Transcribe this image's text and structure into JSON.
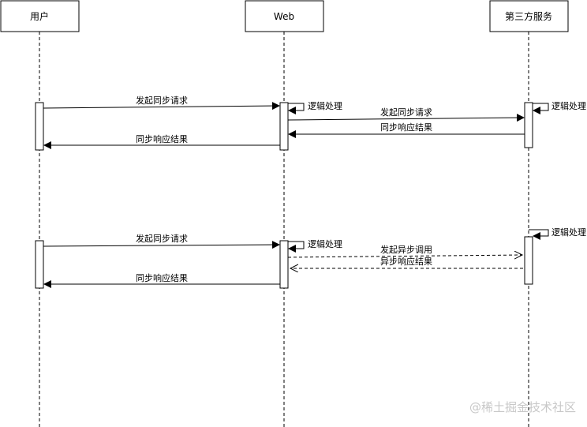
{
  "participants": [
    {
      "label": "用户"
    },
    {
      "label": "Web"
    },
    {
      "label": "第三方服务"
    }
  ],
  "sync_section": {
    "user_request": "发起同步请求",
    "web_logic": "逻辑处理",
    "web_request": "发起同步请求",
    "third_logic": "逻辑处理",
    "third_response": "同步响应结果",
    "web_response": "同步响应结果"
  },
  "async_section": {
    "user_request": "发起同步请求",
    "web_logic": "逻辑处理",
    "third_logic": "逻辑处理",
    "web_async_call": "发起异步调用",
    "third_async_response": "异步响应结果",
    "web_response": "同步响应结果"
  },
  "watermark": "@稀土掘金技术社区",
  "colors": {
    "line": "#000000",
    "activation_fill": "#ffffff",
    "text": "#000000",
    "watermark": "#c8c8c8"
  }
}
